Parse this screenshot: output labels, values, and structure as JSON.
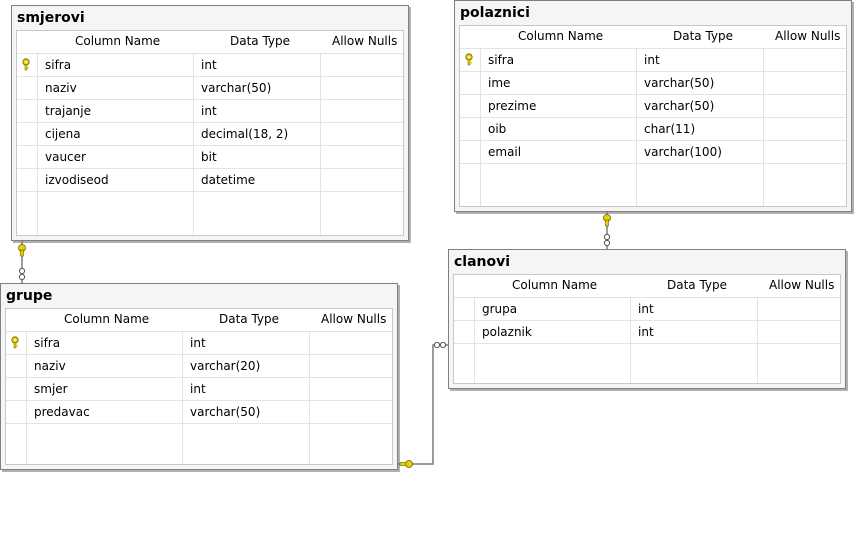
{
  "headers": {
    "column_name": "Column Name",
    "data_type": "Data Type",
    "allow_nulls": "Allow Nulls"
  },
  "tables": {
    "smjerovi": {
      "title": "smjerovi",
      "rows": [
        {
          "name": "sifra",
          "type": "int",
          "key": true
        },
        {
          "name": "naziv",
          "type": "varchar(50)",
          "key": false
        },
        {
          "name": "trajanje",
          "type": "int",
          "key": false
        },
        {
          "name": "cijena",
          "type": "decimal(18, 2)",
          "key": false
        },
        {
          "name": "vaucer",
          "type": "bit",
          "key": false
        },
        {
          "name": "izvodiseod",
          "type": "datetime",
          "key": false
        }
      ]
    },
    "polaznici": {
      "title": "polaznici",
      "rows": [
        {
          "name": "sifra",
          "type": "int",
          "key": true
        },
        {
          "name": "ime",
          "type": "varchar(50)",
          "key": false
        },
        {
          "name": "prezime",
          "type": "varchar(50)",
          "key": false
        },
        {
          "name": "oib",
          "type": "char(11)",
          "key": false
        },
        {
          "name": "email",
          "type": "varchar(100)",
          "key": false
        }
      ]
    },
    "grupe": {
      "title": "grupe",
      "rows": [
        {
          "name": "sifra",
          "type": "int",
          "key": true
        },
        {
          "name": "naziv",
          "type": "varchar(20)",
          "key": false
        },
        {
          "name": "smjer",
          "type": "int",
          "key": false
        },
        {
          "name": "predavac",
          "type": "varchar(50)",
          "key": false
        }
      ]
    },
    "clanovi": {
      "title": "clanovi",
      "rows": [
        {
          "name": "grupa",
          "type": "int",
          "key": false
        },
        {
          "name": "polaznik",
          "type": "int",
          "key": false
        }
      ]
    }
  },
  "relationships": [
    {
      "from": "grupe",
      "to": "smjerovi"
    },
    {
      "from": "clanovi",
      "to": "polaznici"
    },
    {
      "from": "clanovi",
      "to": "grupe"
    }
  ],
  "colors": {
    "key": "#e8d100",
    "line": "#7a7a7a",
    "shadow": "#b0b0b0"
  }
}
